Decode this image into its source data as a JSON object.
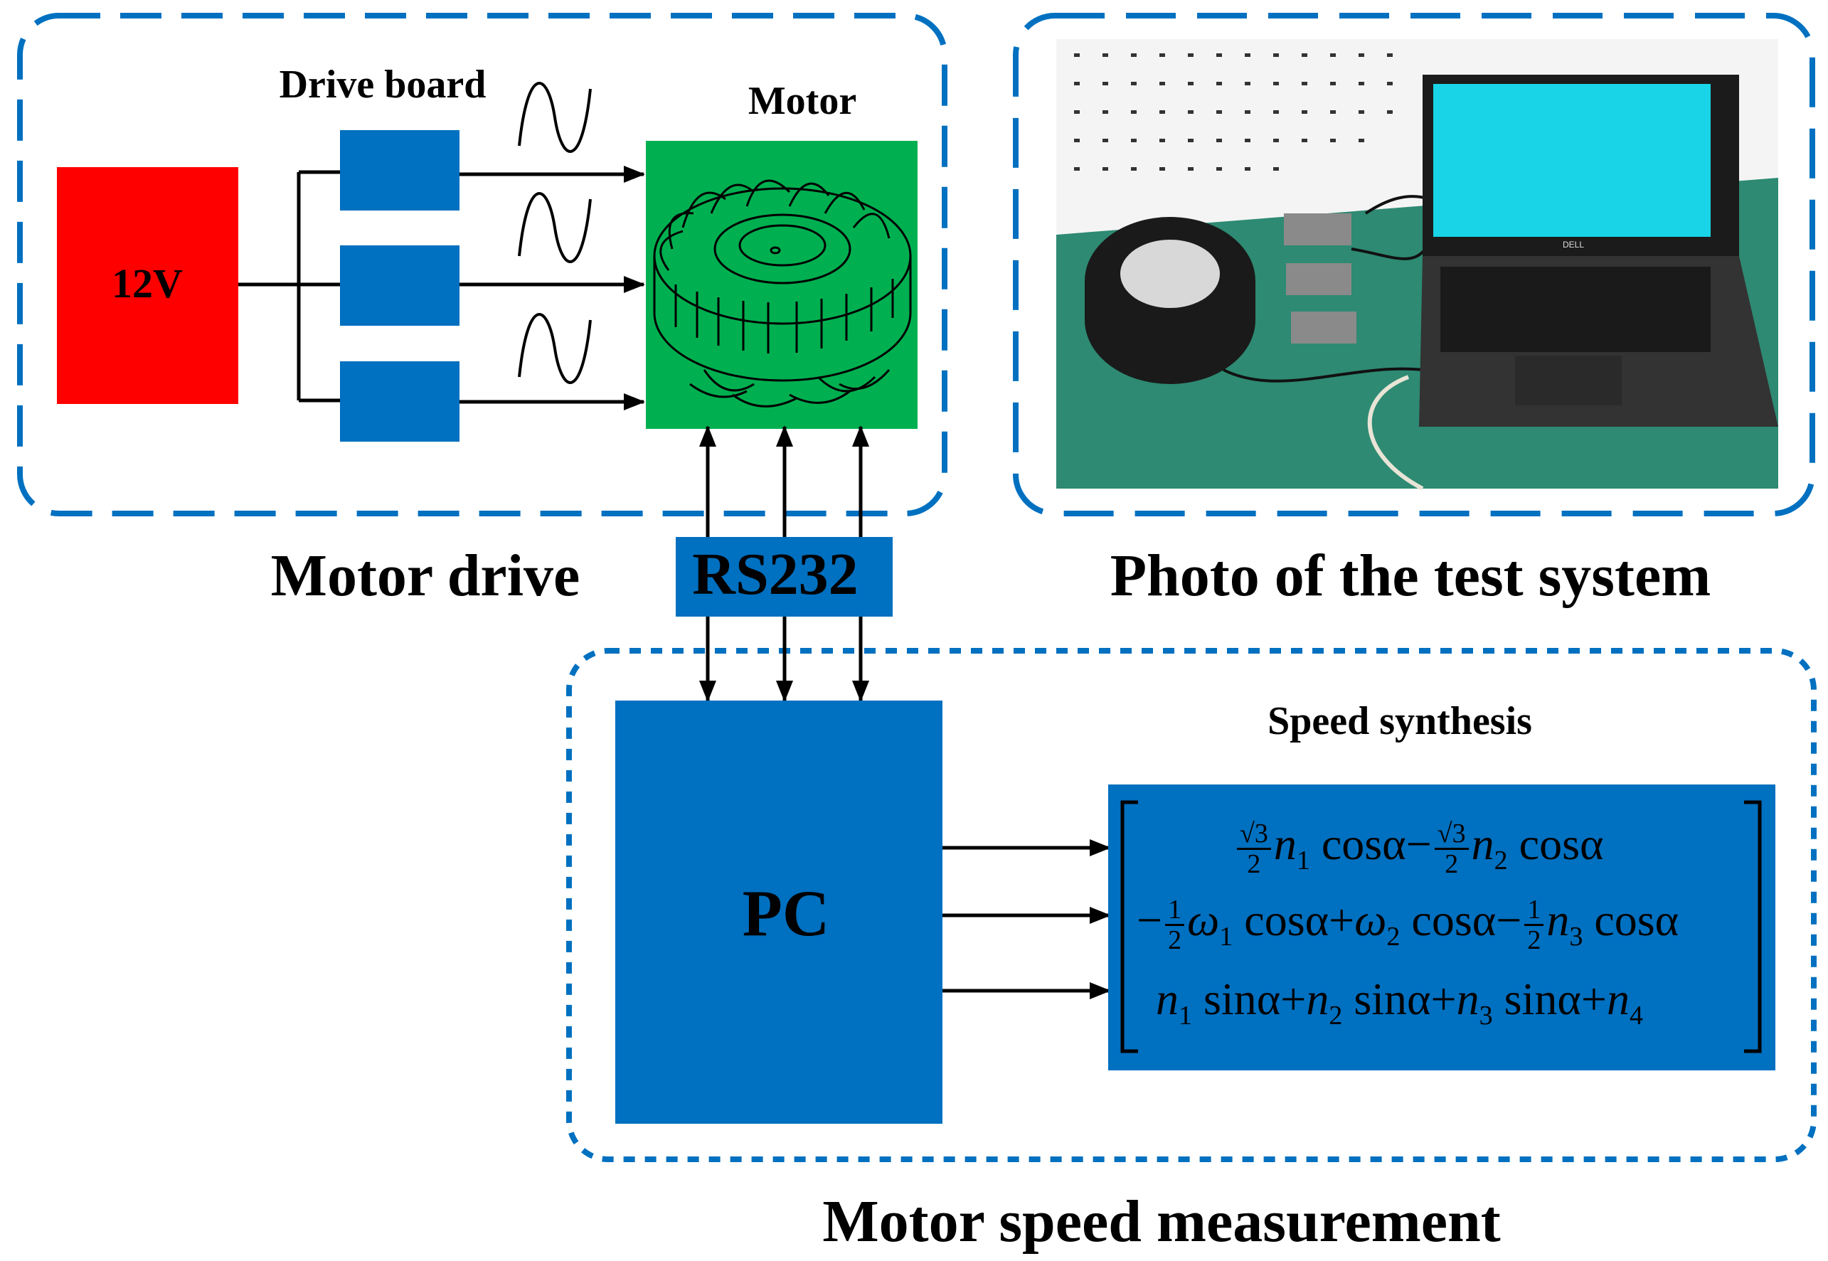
{
  "sections": {
    "motor_drive": "Motor drive",
    "photo": "Photo of the test system",
    "speed_measurement": "Motor speed measurement"
  },
  "blocks": {
    "power": "12V",
    "drive_board": "Drive board",
    "motor": "Motor",
    "rs232": "RS232",
    "pc": "PC",
    "speed_synthesis": "Speed synthesis"
  },
  "equation": {
    "row1": {
      "frac": "√3",
      "den": "2",
      "t1": "n",
      "s1": "1",
      "c1": " cosα",
      "op1": "−",
      "t2": "n",
      "s2": "2",
      "c2": " cosα"
    },
    "row2": {
      "minus": "−",
      "frac_num": "1",
      "frac_den": "2",
      "t1": "ω",
      "s1": "1",
      "c1": " cosα",
      "op1": "+",
      "t2": "ω",
      "s2": "2",
      "c2": " cosα",
      "op2": "−",
      "t3": "n",
      "s3": "3",
      "c3": " cosα"
    },
    "row3": {
      "t1": "n",
      "s1": "1",
      "c1": " sinα",
      "op1": "+",
      "t2": "n",
      "s2": "2",
      "c2": " sinα",
      "op2": "+",
      "t3": "n",
      "s3": "3",
      "c3": " sinα",
      "op3": "+",
      "t4": "n",
      "s4": "4"
    }
  },
  "colors": {
    "red": "#ff0000",
    "blue": "#0070c0",
    "green": "#00b050",
    "dash_blue": "#0070c0"
  },
  "photo_labels": {
    "laptop_brand": "DELL"
  }
}
